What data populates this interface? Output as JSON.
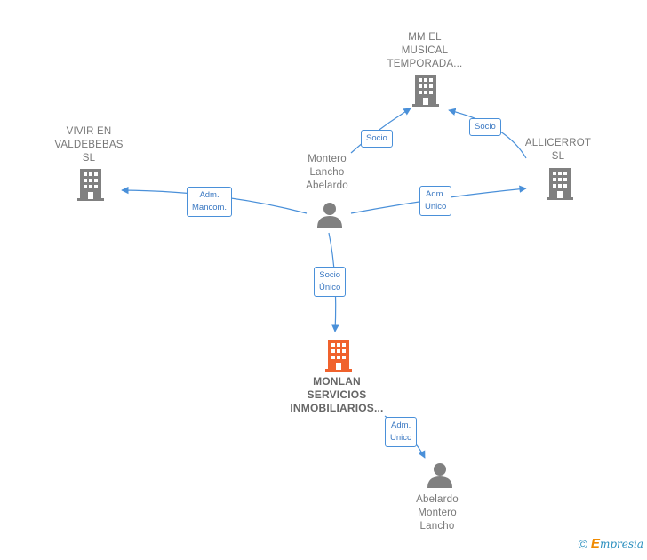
{
  "nodes": {
    "mm_el_musical": {
      "label": "MM EL\nMUSICAL\nTEMPORADA..."
    },
    "vivir_en_valdebebas": {
      "label": "VIVIR EN\nVALDEBEBAS\nSL"
    },
    "allicerrot": {
      "label": "ALLICERROT\nSL"
    },
    "montero_lancho_abelardo": {
      "label": "Montero\nLancho\nAbelardo"
    },
    "monlan": {
      "label": "MONLAN\nSERVICIOS\nINMOBILIARIOS..."
    },
    "abelardo_montero_lancho": {
      "label": "Abelardo\nMontero\nLancho"
    }
  },
  "edges": {
    "socio_mm": "Socio",
    "socio_allicerrot": "Socio",
    "adm_mancom": "Adm.\nMancom.",
    "adm_unico_allicerrot": "Adm.\nUnico",
    "socio_unico_monlan": "Socio\nÚnico",
    "adm_unico_monlan": "Adm.\nUnico"
  },
  "colors": {
    "company": "#808080",
    "main_company": "#f0622d",
    "person": "#808080",
    "edge": "#4a90d9"
  },
  "icons": {
    "company": "building-icon",
    "person": "person-icon"
  },
  "footer": {
    "copyright": "©",
    "brand_initial": "E",
    "brand_rest": "mpresia"
  }
}
